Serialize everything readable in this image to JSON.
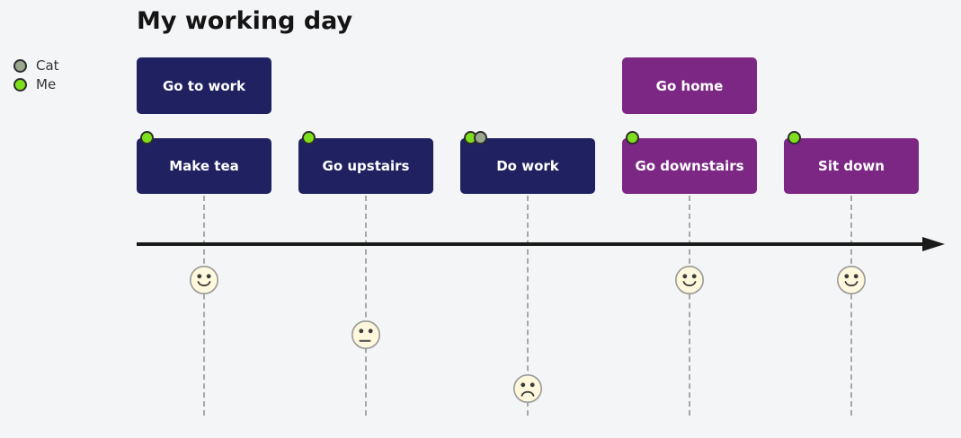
{
  "diagram": {
    "kind": "user-journey-timeline",
    "title": "My working day"
  },
  "colors": {
    "background": "#f4f5f7",
    "section_go_to_work": "#1f2161",
    "section_go_home": "#7d2784",
    "actor_cat": "#9aa88f",
    "actor_me": "#7ee01c",
    "axis": "#1a1a1a",
    "guide_line": "#a8a8a8",
    "face_fill": "#fff8dc",
    "face_stroke": "#999999",
    "task_text": "#ffffff"
  },
  "chart_data": {
    "type": "journey-timeline",
    "title": "My working day",
    "score_range": [
      1,
      5
    ],
    "legend_position": "top-left",
    "actors": [
      {
        "name": "Cat",
        "color": "#9aa88f"
      },
      {
        "name": "Me",
        "color": "#7ee01c"
      }
    ],
    "sections": [
      {
        "name": "Go to work",
        "color": "#1f2161",
        "tasks": [
          "Make tea",
          "Go upstairs",
          "Do work"
        ]
      },
      {
        "name": "Go home",
        "color": "#7d2784",
        "tasks": [
          "Go downstairs",
          "Sit down"
        ]
      }
    ],
    "tasks": [
      {
        "label": "Make tea",
        "section": "Go to work",
        "score": 5,
        "mood": "happy",
        "actors": [
          "Me"
        ]
      },
      {
        "label": "Go upstairs",
        "section": "Go to work",
        "score": 3,
        "mood": "neutral",
        "actors": [
          "Me"
        ]
      },
      {
        "label": "Do work",
        "section": "Go to work",
        "score": 1,
        "mood": "sad",
        "actors": [
          "Me",
          "Cat"
        ]
      },
      {
        "label": "Go downstairs",
        "section": "Go home",
        "score": 5,
        "mood": "happy",
        "actors": [
          "Me"
        ]
      },
      {
        "label": "Sit down",
        "section": "Go home",
        "score": 5,
        "mood": "happy",
        "actors": [
          "Me"
        ]
      }
    ]
  }
}
